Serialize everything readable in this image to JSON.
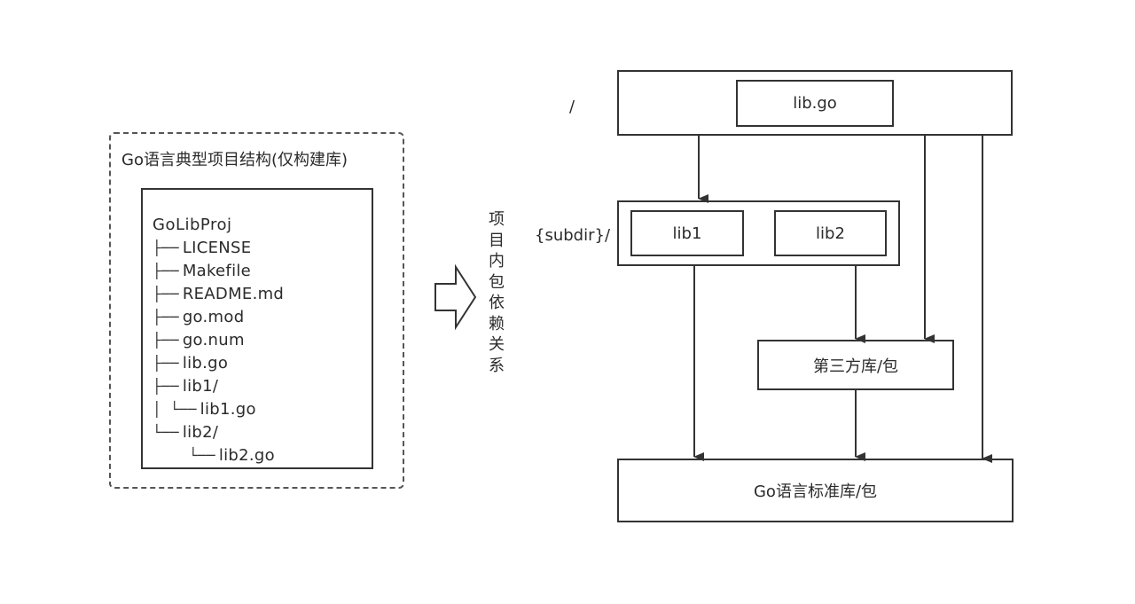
{
  "left_panel": {
    "title": "Go语言典型项目结构(仅构建库)",
    "root": "GoLibProj",
    "entries": [
      {
        "branch": "├──",
        "name": "LICENSE"
      },
      {
        "branch": "├──",
        "name": "Makefile"
      },
      {
        "branch": "├──",
        "name": "README.md"
      },
      {
        "branch": "├──",
        "name": "go.mod"
      },
      {
        "branch": "├──",
        "name": "go.num"
      },
      {
        "branch": "├──",
        "name": "lib.go"
      },
      {
        "branch": "├──",
        "name": "lib1/"
      },
      {
        "branch": "│  └──",
        "name": "lib1.go"
      },
      {
        "branch": "└──",
        "name": "lib2/"
      },
      {
        "branch": "└──",
        "name": "lib2.go"
      }
    ]
  },
  "middle": {
    "label": "项目内包依赖关系"
  },
  "right_diagram": {
    "root_dir_label": "/",
    "subdir_label": "{subdir}/",
    "lib_go": "lib.go",
    "lib1": "lib1",
    "lib2": "lib2",
    "third_party": "第三方库/包",
    "stdlib": "Go语言标准库/包"
  }
}
